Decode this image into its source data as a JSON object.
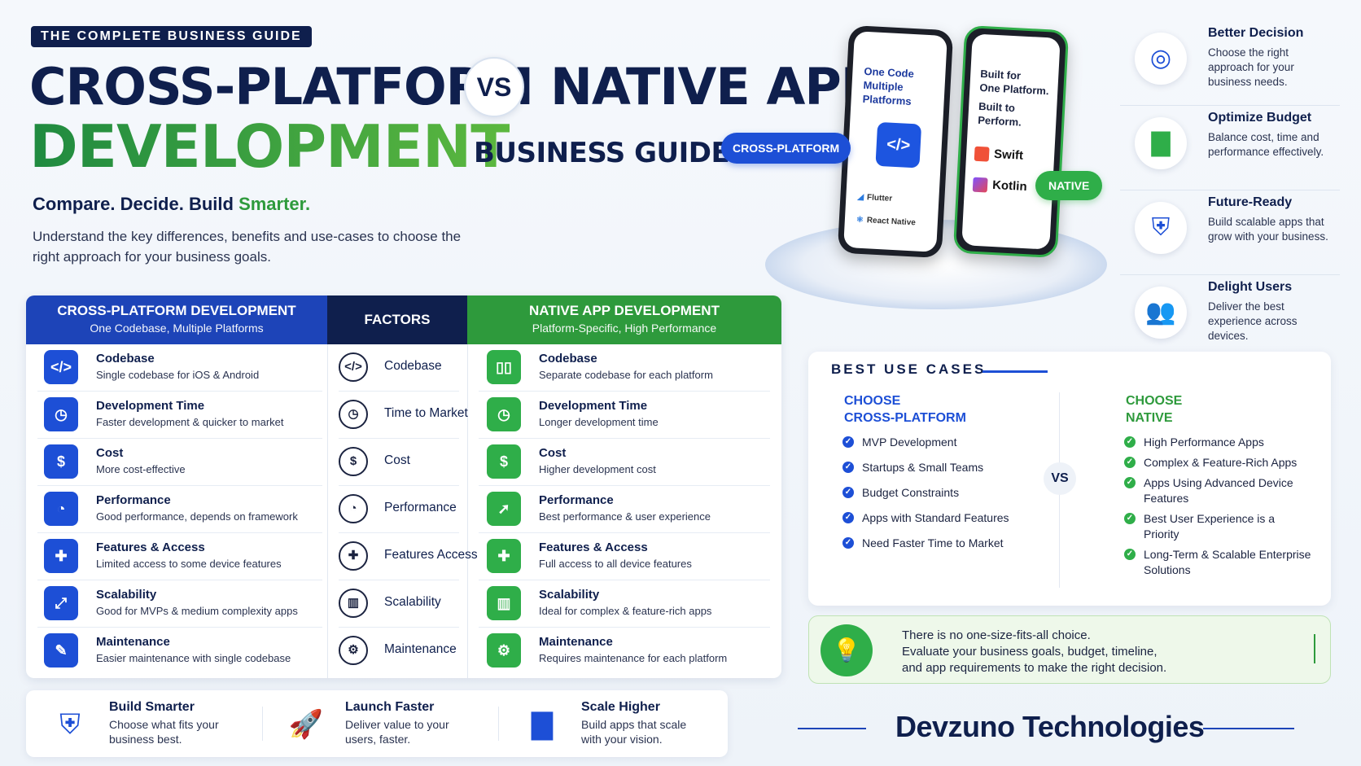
{
  "header": {
    "tag": "THE COMPLETE BUSINESS GUIDE",
    "title_left": "CROSS-PLATFORM",
    "vs": "VS",
    "title_right": "NATIVE APP",
    "title_line2": "DEVELOPMENT",
    "title_sub": "BUSINESS GUIDE",
    "tagline_start": "Compare. Decide. Build ",
    "tagline_accent": "Smarter.",
    "intro": "Understand the key differences, benefits and use-cases to choose the right approach for your business goals."
  },
  "hero": {
    "pill_cp": "CROSS-PLATFORM",
    "pill_native": "NATIVE",
    "phone_cp": {
      "line1": "One Code",
      "line2": "Multiple",
      "line3": "Platforms",
      "code_glyph": "</>",
      "fw1": "Flutter",
      "fw2": "React Native"
    },
    "phone_native": {
      "line1": "Built for",
      "line2": "One Platform.",
      "line3": "Built to",
      "line4": "Perform.",
      "lang1": "Swift",
      "lang2": "Kotlin"
    }
  },
  "benefits": [
    {
      "title": "Better Decision",
      "desc": "Choose the right approach for your business needs.",
      "icon": "target-icon",
      "glyph": "◎",
      "color": "#1d4fd6"
    },
    {
      "title": "Optimize Budget",
      "desc": "Balance cost, time and performance effectively.",
      "icon": "chart-growth-icon",
      "glyph": "▇",
      "color": "#2fae49"
    },
    {
      "title": "Future-Ready",
      "desc": "Build scalable apps that grow with your business.",
      "icon": "shield-check-icon",
      "glyph": "⛨",
      "color": "#1d4fd6"
    },
    {
      "title": "Delight Users",
      "desc": "Deliver the best experience across devices.",
      "icon": "users-icon",
      "glyph": "👥",
      "color": "#2fae49"
    }
  ],
  "table": {
    "cp_header": "CROSS-PLATFORM DEVELOPMENT",
    "cp_sub": "One Codebase, Multiple Platforms",
    "factors_header": "FACTORS",
    "native_header": "NATIVE APP DEVELOPMENT",
    "native_sub": "Platform-Specific, High Performance",
    "rows": [
      {
        "factor": "Codebase",
        "cp_title": "Codebase",
        "cp_desc": "Single codebase for iOS & Android",
        "n_title": "Codebase",
        "n_desc": "Separate codebase for each platform",
        "cp_glyph": "</>",
        "f_glyph": "</>",
        "n_glyph": "▯▯",
        "icon": "code-icon"
      },
      {
        "factor": "Time to Market",
        "cp_title": "Development Time",
        "cp_desc": "Faster development & quicker to market",
        "n_title": "Development Time",
        "n_desc": "Longer development time",
        "cp_glyph": "◷",
        "f_glyph": "◷",
        "n_glyph": "◷",
        "icon": "clock-icon"
      },
      {
        "factor": "Cost",
        "cp_title": "Cost",
        "cp_desc": "More cost-effective",
        "n_title": "Cost",
        "n_desc": "Higher development cost",
        "cp_glyph": "$",
        "f_glyph": "$",
        "n_glyph": "$",
        "icon": "coins-icon"
      },
      {
        "factor": "Performance",
        "cp_title": "Performance",
        "cp_desc": "Good performance, depends on framework",
        "n_title": "Performance",
        "n_desc": "Best performance & user experience",
        "cp_glyph": "◔",
        "f_glyph": "◔",
        "n_glyph": "➚",
        "icon": "gauge-icon"
      },
      {
        "factor": "Features Access",
        "cp_title": "Features & Access",
        "cp_desc": "Limited access to some device features",
        "n_title": "Features & Access",
        "n_desc": "Full access to all device features",
        "cp_glyph": "✚",
        "f_glyph": "✚",
        "n_glyph": "✚",
        "icon": "puzzle-icon"
      },
      {
        "factor": "Scalability",
        "cp_title": "Scalability",
        "cp_desc": "Good for MVPs & medium complexity apps",
        "n_title": "Scalability",
        "n_desc": "Ideal for complex & feature-rich apps",
        "cp_glyph": "⤢",
        "f_glyph": "▥",
        "n_glyph": "▥",
        "icon": "scale-icon"
      },
      {
        "factor": "Maintenance",
        "cp_title": "Maintenance",
        "cp_desc": "Easier maintenance with single codebase",
        "n_title": "Maintenance",
        "n_desc": "Requires maintenance for each platform",
        "cp_glyph": "✎",
        "f_glyph": "⚙",
        "n_glyph": "⚙",
        "icon": "wrench-icon"
      }
    ]
  },
  "use_cases": {
    "title": "BEST USE CASES",
    "cp_head1": "CHOOSE",
    "cp_head2": "CROSS-PLATFORM",
    "cp_items": [
      "MVP Development",
      "Startups & Small Teams",
      "Budget Constraints",
      "Apps with Standard Features",
      "Need Faster Time to Market"
    ],
    "vs": "VS",
    "n_head1": "CHOOSE",
    "n_head2": "NATIVE",
    "n_items": [
      "High Performance Apps",
      "Complex & Feature-Rich Apps",
      "Apps Using Advanced Device Features",
      "Best User Experience is a Priority",
      "Long-Term & Scalable Enterprise Solutions"
    ]
  },
  "note": {
    "line1": "There is no one-size-fits-all choice.",
    "line2": "Evaluate your business goals, budget, timeline,",
    "line3": "and app requirements to make the right decision."
  },
  "bottom": [
    {
      "title": "Build Smarter",
      "desc": "Choose what fits your business best.",
      "icon": "shield-check-icon",
      "glyph": "⛨"
    },
    {
      "title": "Launch Faster",
      "desc": "Deliver value to your users, faster.",
      "icon": "rocket-icon",
      "glyph": "🚀"
    },
    {
      "title": "Scale Higher",
      "desc": "Build apps that scale with your vision.",
      "icon": "chart-growth-icon",
      "glyph": "▇"
    }
  ],
  "brand": "Devzuno Technologies",
  "colors": {
    "navy": "#0f1f4d",
    "blue": "#1d4fd6",
    "green": "#2e9a3c"
  }
}
